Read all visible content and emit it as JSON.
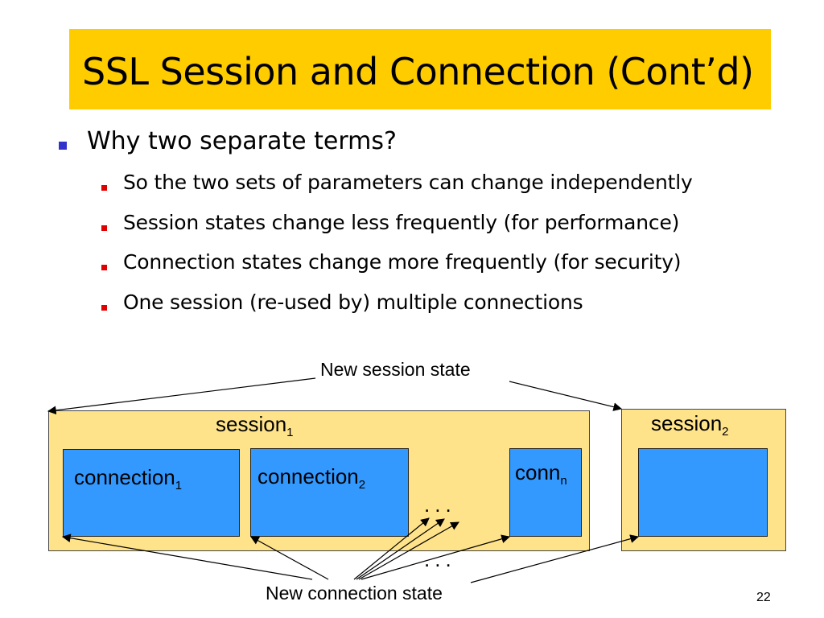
{
  "slide": {
    "title": "SSL Session and Connection (Cont’d)",
    "bullet": "Why two separate terms?",
    "sub_bullets": [
      "So the two sets of parameters can change independently",
      "Session states change less frequently (for performance)",
      "Connection states change more frequently (for security)",
      "One session (re-used by) multiple connections"
    ],
    "page_number": "22"
  },
  "diagram": {
    "new_session_label": "New session state",
    "new_connection_label": "New connection state",
    "session1": {
      "name": "session",
      "sub": "1"
    },
    "session2": {
      "name": "session",
      "sub": "2"
    },
    "connection1": {
      "name": "connection",
      "sub": "1"
    },
    "connection2": {
      "name": "connection",
      "sub": "2"
    },
    "connection_n": {
      "name": "conn",
      "sub": "n"
    },
    "ellipsis": "..."
  },
  "colors": {
    "title_background": "#ffcc00",
    "session_fill": "#ffe38a",
    "connection_fill": "#3399ff",
    "main_bullet": "#3333cc",
    "sub_bullet": "#e00000"
  }
}
